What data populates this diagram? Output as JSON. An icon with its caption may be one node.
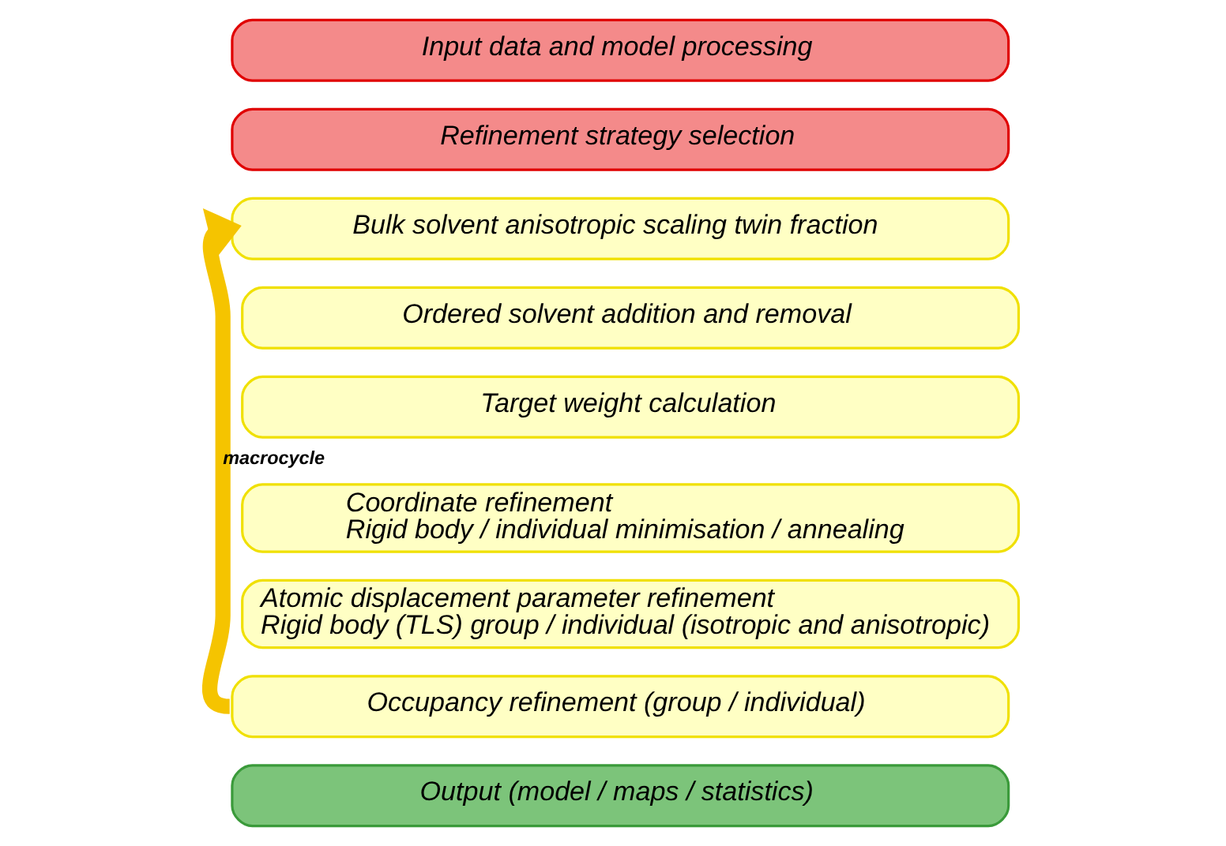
{
  "diagram": {
    "nodes": [
      {
        "text": [
          "Input data and model processing"
        ]
      },
      {
        "text": [
          "Refinement strategy selection"
        ]
      },
      {
        "text": [
          "Bulk solvent anisotropic scaling twin fraction"
        ]
      },
      {
        "text": [
          "Ordered solvent addition and removal"
        ]
      },
      {
        "text": [
          "Target weight calculation"
        ]
      },
      {
        "text": [
          "Coordinate refinement",
          "Rigid body / individual minimisation / annealing"
        ]
      },
      {
        "text": [
          "Atomic displacement parameter refinement",
          "Rigid body (TLS) group / individual (isotropic and anisotropic)"
        ]
      },
      {
        "text": [
          "Occupancy refinement (group / individual)"
        ]
      },
      {
        "text": [
          "Output (model / maps / statistics)"
        ]
      }
    ],
    "edges": [
      {
        "from": 7,
        "to": 2,
        "arrow": "to",
        "label": "macrocycle",
        "color": "#f5c400"
      }
    ]
  }
}
